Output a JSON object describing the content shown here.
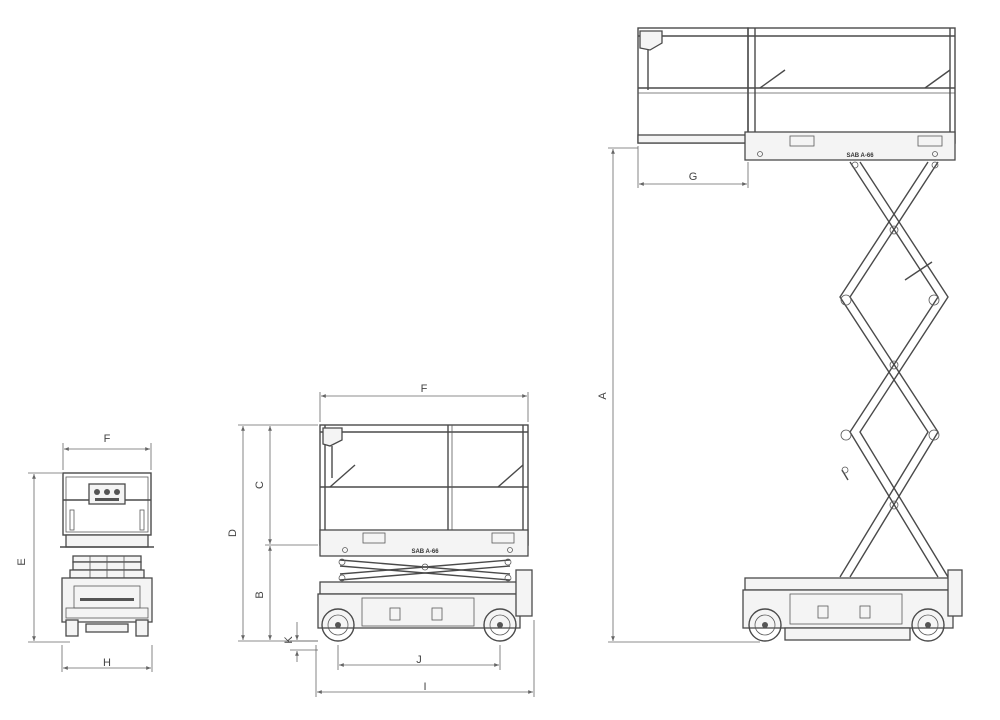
{
  "dimensions": {
    "A": "A",
    "B": "B",
    "C": "C",
    "D": "D",
    "E": "E",
    "F": "F",
    "G": "G",
    "H": "H",
    "I": "I",
    "J": "J",
    "K": "K"
  },
  "machine": {
    "model_label": "SAB A-66"
  }
}
